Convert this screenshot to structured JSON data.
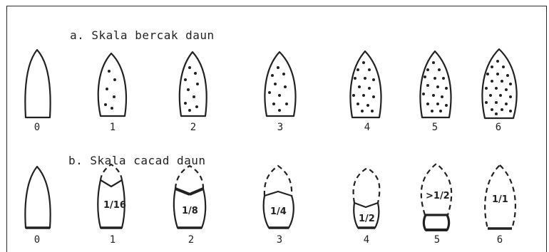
{
  "scale_a": {
    "title": "a. Skala bercak daun",
    "levels": [
      "0",
      "1",
      "2",
      "3",
      "4",
      "5",
      "6"
    ]
  },
  "scale_b": {
    "title": "b. Skala cacad daun",
    "levels": [
      "0",
      "1",
      "2",
      "3",
      "4",
      "5",
      "6"
    ],
    "damage_labels": [
      "",
      "1/16",
      "1/8",
      "1/4",
      "1/2",
      ">1/2",
      "1/1"
    ]
  }
}
